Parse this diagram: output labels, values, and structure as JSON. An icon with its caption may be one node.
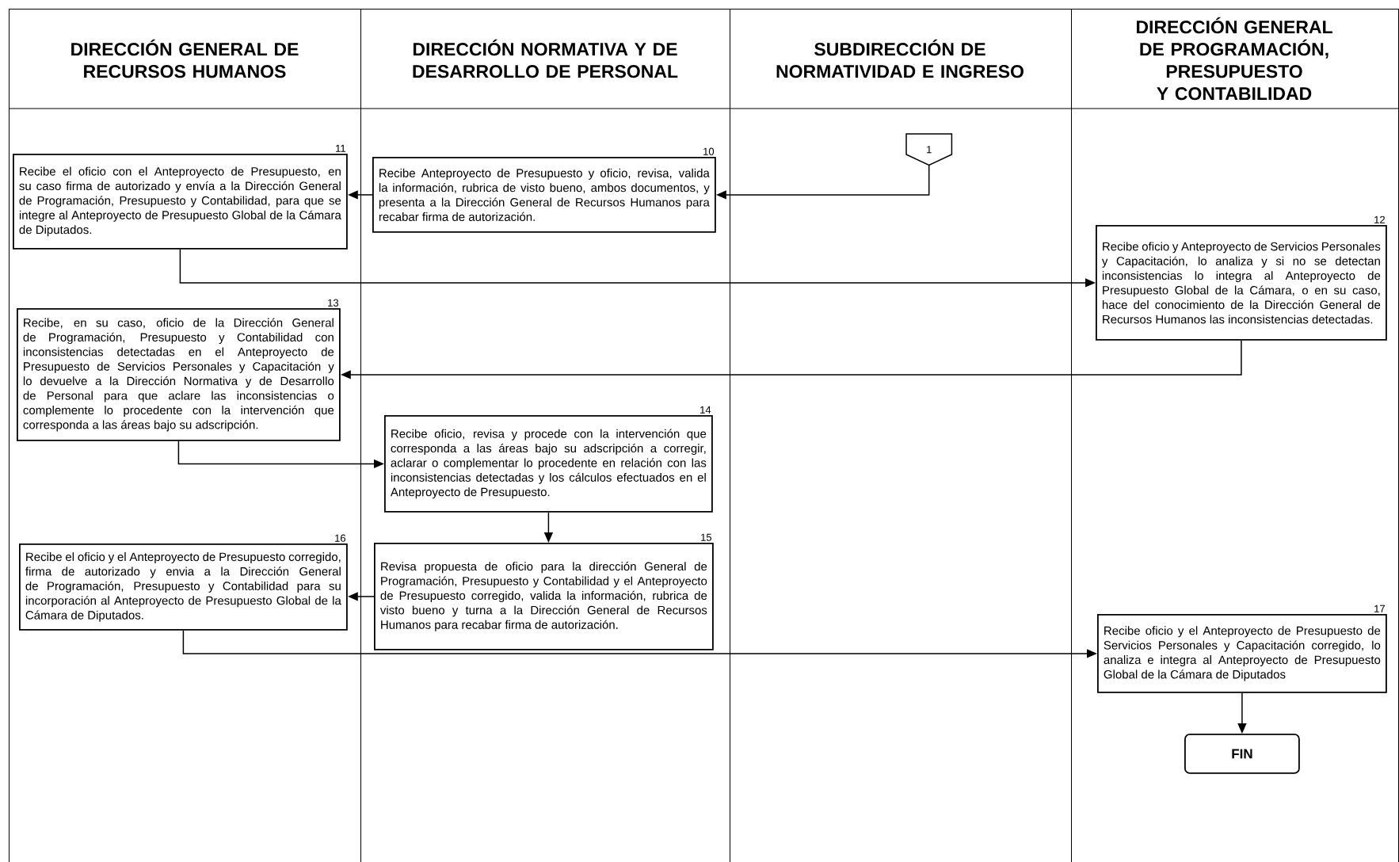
{
  "diagram": {
    "nodes": [
      {
        "text": [
          "DIRECCIÓN GENERAL DE RECURSOS HUMANOS"
        ]
      },
      {
        "text": [
          "DIRECCIÓN NORMATIVA Y DE DESARROLLO DE PERSONAL"
        ]
      },
      {
        "text": [
          "SUBDIRECCIÓN DE NORMATIVIDAD E INGRESO"
        ]
      },
      {
        "text": [
          "DIRECCIÓN GENERAL DE PROGRAMACIÓN, PRESUPUESTO Y CONTABILIDAD"
        ]
      },
      {
        "text": [
          "1"
        ],
        "in": 2
      },
      {
        "text": [
          "Recibe Anteproyecto de Presupuesto y oficio, revisa, valida la información, rubrica de visto bueno, ambos documentos, y presenta a la Dirección General de Recursos Humanos para recabar firma de autorización."
        ],
        "beside": [
          "10"
        ],
        "in": 1
      },
      {
        "text": [
          "Recibe el oficio con el Anteproyecto de Presupuesto, en su caso firma de autorizado y envía a la Dirección General de Programación, Presupuesto y Contabilidad, para que se integre al Anteproyecto de Presupuesto Global de la Cámara de Diputados."
        ],
        "beside": [
          "11"
        ],
        "in": 0
      },
      {
        "text": [
          "Recibe oficio y Anteproyecto de Servicios Personales y Capacitación, lo analiza y si no se detectan inconsistencias lo integra al Anteproyecto de Presupuesto Global de la Cámara, o en su caso, hace del conocimiento de la Dirección General de Recursos Humanos las inconsistencias detectadas."
        ],
        "beside": [
          "12"
        ],
        "in": 3
      },
      {
        "text": [
          "Recibe, en su caso, oficio de la Dirección General de Programación, Presupuesto y Contabilidad con inconsistencias detectadas en el Anteproyecto de Presupuesto de Servicios Personales y Capacitación y lo devuelve a la Dirección Normativa y de Desarrollo de Personal para que aclare las inconsistencias o complemente lo procedente con la intervención que corresponda a las áreas bajo su adscripción."
        ],
        "beside": [
          "13"
        ],
        "in": 0
      },
      {
        "text": [
          "Recibe oficio, revisa y procede con la intervención que corresponda a las áreas bajo su adscripción a corregir, aclarar o complementar lo procedente en relación con las inconsistencias detectadas y los cálculos efectuados en el Anteproyecto de Presupuesto."
        ],
        "beside": [
          "14"
        ],
        "in": 1
      },
      {
        "text": [
          "Revisa propuesta de oficio para la dirección General de Programación, Presupuesto y Contabilidad y el Anteproyecto de Presupuesto corregido, valida la información, rubrica de visto bueno y turna a la Dirección General de Recursos Humanos para recabar firma de autorización."
        ],
        "beside": [
          "15"
        ],
        "in": 1
      },
      {
        "text": [
          "Recibe el oficio y el Anteproyecto de Presupuesto corregido, firma de autorizado y envia a la Dirección General de Programación, Presupuesto y Contabilidad para su incorporación al Anteproyecto de Presupuesto Global de la Cámara de Diputados."
        ],
        "beside": [
          "16"
        ],
        "in": 0
      },
      {
        "text": [
          "Recibe oficio y el Anteproyecto de Presupuesto de Servicios Personales y Capacitación corregido, lo analiza e integra al Anteproyecto de Presupuesto Global de la Cámara de Diputados"
        ],
        "beside": [
          "17"
        ],
        "in": 3
      },
      {
        "text": [
          "FIN"
        ],
        "in": 3
      }
    ],
    "edges": [
      {
        "from": 4,
        "to": 5,
        "arrow": "to"
      },
      {
        "from": 5,
        "to": 6,
        "arrow": "to"
      },
      {
        "from": 6,
        "to": 7,
        "arrow": "to"
      },
      {
        "from": 7,
        "to": 8,
        "arrow": "to"
      },
      {
        "from": 8,
        "to": 9,
        "arrow": "to"
      },
      {
        "from": 9,
        "to": 10,
        "arrow": "to"
      },
      {
        "from": 10,
        "to": 11,
        "arrow": "to"
      },
      {
        "from": 11,
        "to": 12,
        "arrow": "to"
      },
      {
        "from": 12,
        "to": 13,
        "arrow": "to"
      }
    ]
  }
}
